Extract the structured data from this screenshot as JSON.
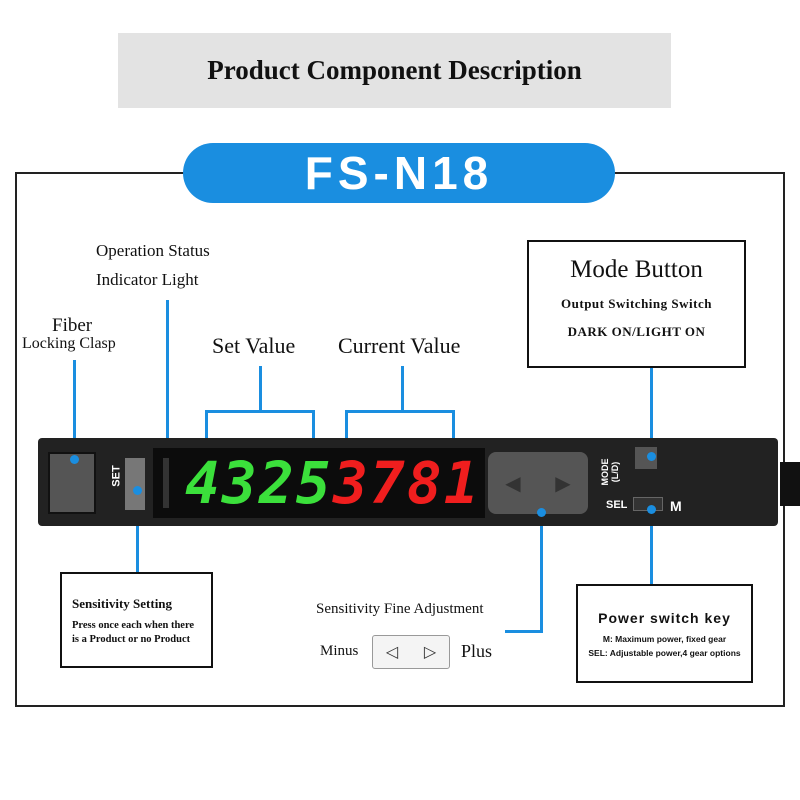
{
  "title": "Product Component Description",
  "model": "FS-N18",
  "labels": {
    "status_line1": "Operation Status",
    "status_line2": "Indicator Light",
    "fiber_line1": "Fiber",
    "fiber_line2": "Locking Clasp",
    "set_value": "Set Value",
    "current_value": "Current Value"
  },
  "mode_box": {
    "title": "Mode Button",
    "line1": "Output Switching Switch",
    "line2": "DARK ON/LIGHT ON"
  },
  "sensitivity_box": {
    "title": "Sensitivity Setting",
    "line1": "Press once each when there",
    "line2": "is a Product or no Product"
  },
  "fine_adjust": {
    "title": "Sensitivity Fine Adjustment",
    "minus": "Minus",
    "plus": "Plus",
    "left_arrow": "◁",
    "right_arrow": "▷"
  },
  "power_box": {
    "title": "Power switch key",
    "line1": "M: Maximum power, fixed gear",
    "line2": "SEL: Adjustable power,4 gear options"
  },
  "device": {
    "set_label": "SET",
    "set_value": "4325",
    "current_value": "3781",
    "mode_label": "MODE (L/D)",
    "sel_label": "SEL",
    "m_label": "M",
    "left_arrow": "◀",
    "right_arrow": "▶"
  },
  "colors": {
    "accent": "#1a8ee0",
    "set_digits": "#3be03b",
    "current_digits": "#f01e1e"
  }
}
